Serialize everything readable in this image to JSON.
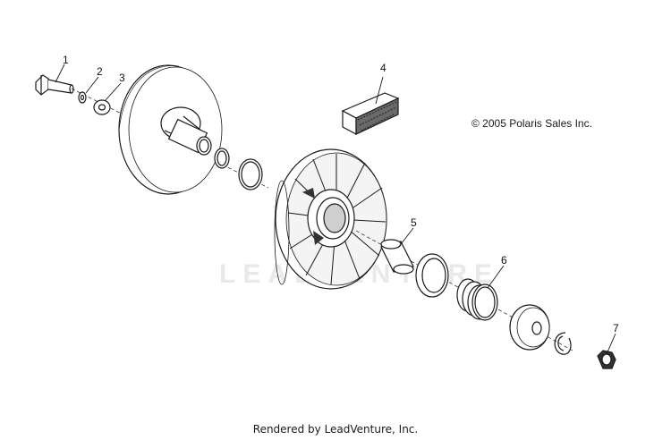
{
  "diagram": {
    "copyright": "© 2005 Polaris Sales Inc.",
    "watermark": "LEADVENTURE",
    "footer": "Rendered by LeadVenture, Inc.",
    "callouts": [
      "1",
      "2",
      "3",
      "4",
      "5",
      "6",
      "7"
    ]
  }
}
